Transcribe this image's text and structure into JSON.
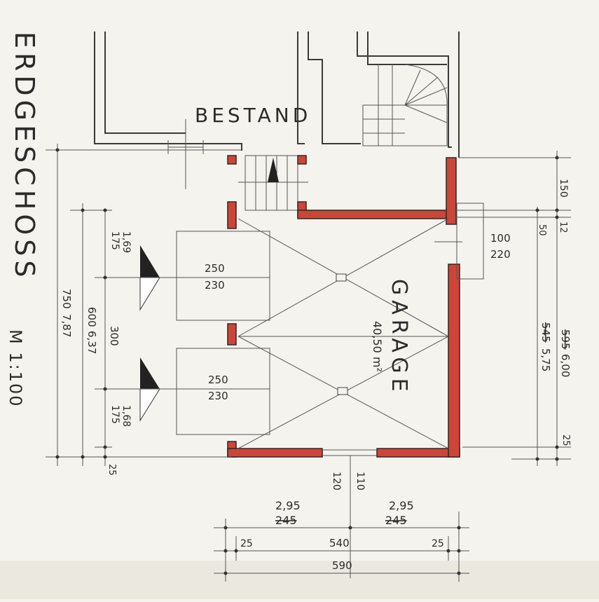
{
  "title": {
    "plan": "ERDGESCHOSS",
    "scale": "M 1:100"
  },
  "labels": {
    "existing": "BESTAND",
    "room": "GARAGE",
    "area": "40,50 m²"
  },
  "doors": [
    {
      "top": "250",
      "bottom": "230"
    },
    {
      "top": "250",
      "bottom": "230"
    }
  ],
  "left_dims": {
    "outer": "750",
    "outer_new": "7,87",
    "mid": "600",
    "mid_new": "6,37",
    "upper_a": "1,69",
    "upper_b": "175",
    "center": "300",
    "lower_a": "1,68",
    "lower_b": "175",
    "bottom": "25"
  },
  "right_dims": {
    "top": "150",
    "gap": "12",
    "window_sill": "50",
    "window_w": "100",
    "window_h": "220",
    "outer_old": "595",
    "outer_new": "6,00",
    "inner_old": "545",
    "inner_new": "5,75",
    "bottom": "25"
  },
  "bottom_dims": {
    "door_w": "110",
    "door_h": "120",
    "left_new": "2,95",
    "left_old": "245",
    "right_new": "2,95",
    "right_old": "245",
    "wall_l": "25",
    "inner": "540",
    "wall_r": "25",
    "total": "590"
  },
  "colors": {
    "wall": "#c9473a",
    "paper": "#f4f3ee",
    "ink": "#2b2b2b"
  }
}
